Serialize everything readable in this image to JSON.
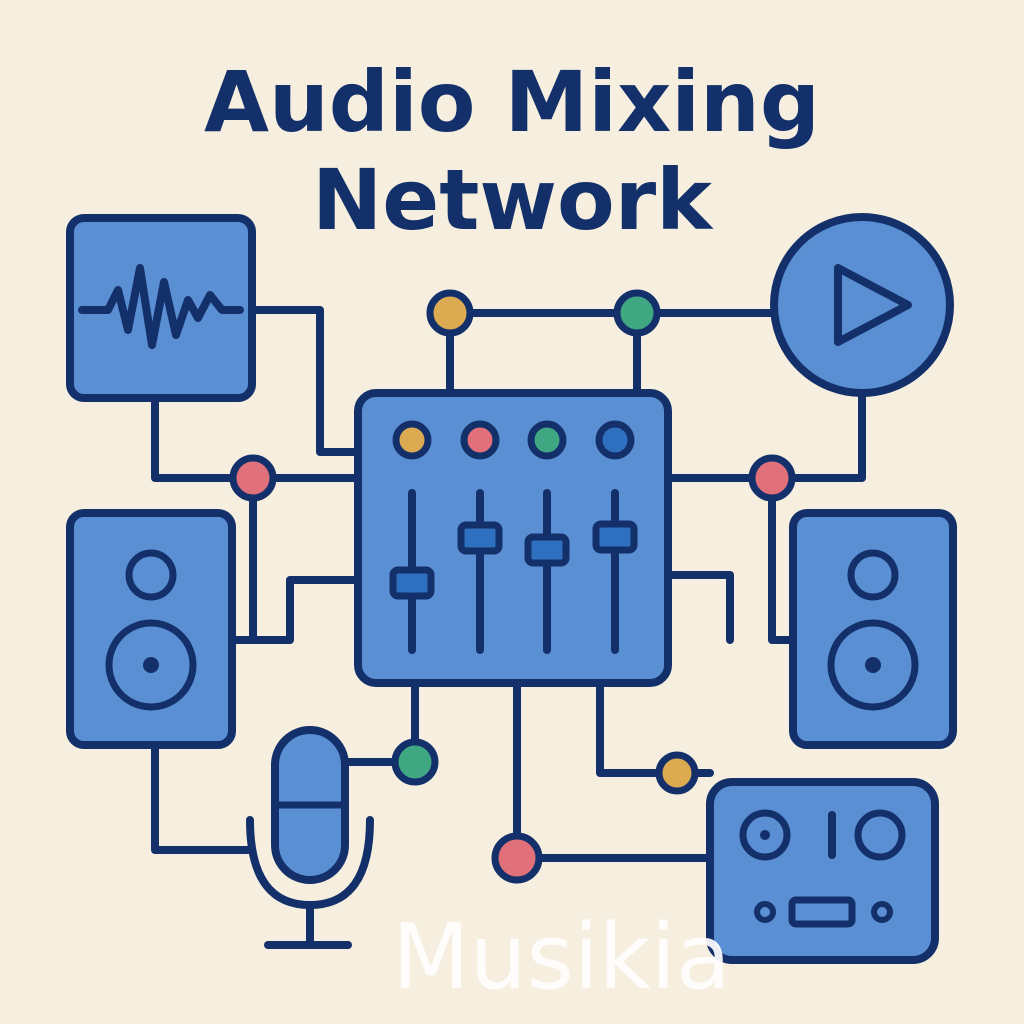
{
  "title": {
    "line1": "Audio Mixing",
    "line2": "Network"
  },
  "watermark": "Musikia",
  "colors": {
    "background": "#f6efdf",
    "outline": "#14306a",
    "fill": "#5b8fd4",
    "yellow": "#dcaa50",
    "green": "#3fa882",
    "pink": "#e0707a",
    "blue": "#2f6fc0"
  },
  "nodes": [
    "waveform-icon",
    "play-icon",
    "mixer-icon",
    "speaker-icon-left",
    "speaker-icon-right",
    "microphone-icon",
    "tape-deck-icon"
  ]
}
